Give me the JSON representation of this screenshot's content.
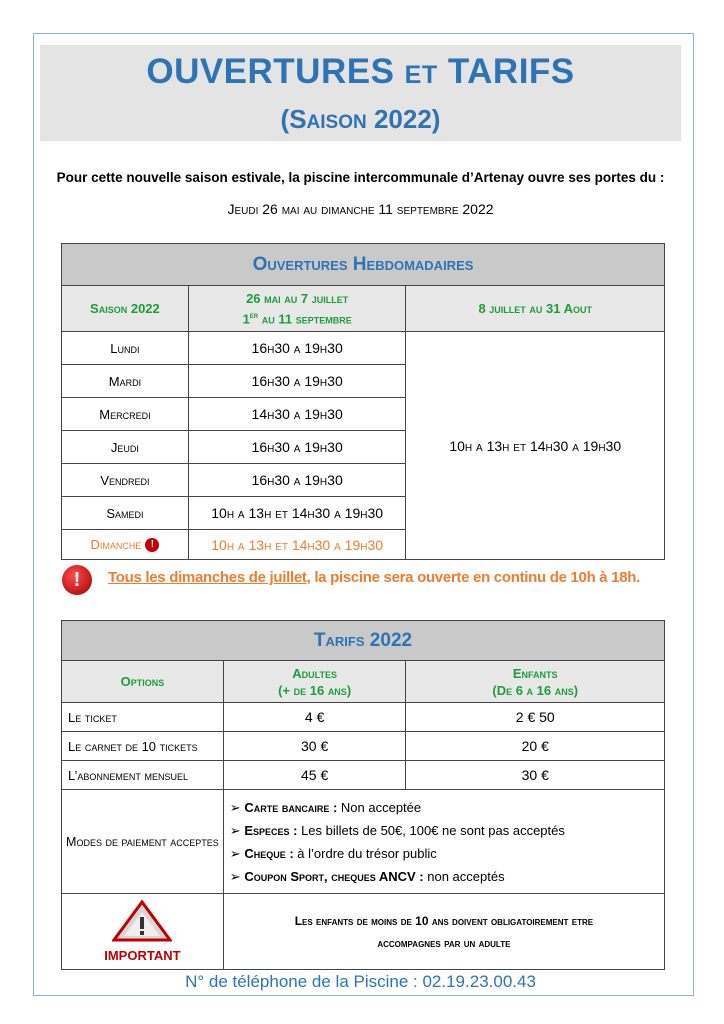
{
  "header": {
    "title_line1_a": "O",
    "title_line1_b": "UVERTURES",
    "title_line1_c": "ET",
    "title_line1_d": "TARIFS",
    "title_line2_a": "(S",
    "title_line2_b": "AISON",
    "title_line2_c": "2022)"
  },
  "intro": {
    "line1": "Pour cette nouvelle saison estivale, la piscine intercommunale d’Artenay ouvre ses portes du :",
    "line2": "Jeudi 26 mai au dimanche 11 septembre 2022"
  },
  "hours": {
    "header": "Ouvertures Hebdomadaires",
    "col1": "Saison 2022",
    "col2_l1": "26 mai au 7 juillet",
    "col2_l2a": "1",
    "col2_l2sup": "er",
    "col2_l2b": " au 11 septembre",
    "col3": "8 juillet au 31 Aout",
    "summer_hours": "10h a 13h et 14h30 a 19h30",
    "rows": [
      {
        "day": "Lundi",
        "hours": "16h30 a 19h30"
      },
      {
        "day": "Mardi",
        "hours": "16h30 a 19h30"
      },
      {
        "day": "Mercredi",
        "hours": "14h30 a 19h30"
      },
      {
        "day": "Jeudi",
        "hours": "16h30 a 19h30"
      },
      {
        "day": "Vendredi",
        "hours": "16h30 a 19h30"
      },
      {
        "day": "Samedi",
        "hours": "10h a 13h et 14h30 a 19h30"
      },
      {
        "day": "Dimanche",
        "hours": "10h a 13h et 14h30 a 19h30"
      }
    ]
  },
  "notice": {
    "underlined": "Tous les dimanches de juillet",
    "rest": ", la piscine sera ouverte en continu de 10h à 18h.",
    "icon": "exclamation-icon"
  },
  "tarifs": {
    "header": "Tarifs 2022",
    "col_options": "Options",
    "col_adults_l1": "Adultes",
    "col_adults_l2": "(+ de 16 ans)",
    "col_kids_l1": "Enfants",
    "col_kids_l2": "(De 6 a 16 ans)",
    "rows": [
      {
        "option": "Le ticket",
        "adult": "4 €",
        "child": "2 € 50"
      },
      {
        "option": "Le carnet de 10 tickets",
        "adult": "30 €",
        "child": "20 €"
      },
      {
        "option": "L’abonnement mensuel",
        "adult": "45 €",
        "child": "30 €"
      }
    ],
    "payment_label": "Modes de paiement acceptes",
    "payments": [
      {
        "name": "Carte bancaire :",
        "detail": " Non acceptée"
      },
      {
        "name": "Especes :",
        "detail": " Les billets de 50€, 100€ ne sont pas acceptés"
      },
      {
        "name": "Cheque :",
        "detail": " à l’ordre du trésor public"
      },
      {
        "name": "Coupon Sport, cheques ANCV :",
        "detail": " non acceptés"
      }
    ],
    "important_label": "IMPORTANT",
    "important_text_l1": "Les enfants de moins de 10 ans doivent obligatoirement etre",
    "important_text_l2": "accompagnes par un adulte"
  },
  "footer": {
    "phone": "N° de téléphone de la Piscine : 02.19.23.00.43"
  },
  "colors": {
    "title_blue": "#2e74b5",
    "green": "#1f9c3a",
    "orange": "#ed7d31",
    "red": "#c00000"
  }
}
